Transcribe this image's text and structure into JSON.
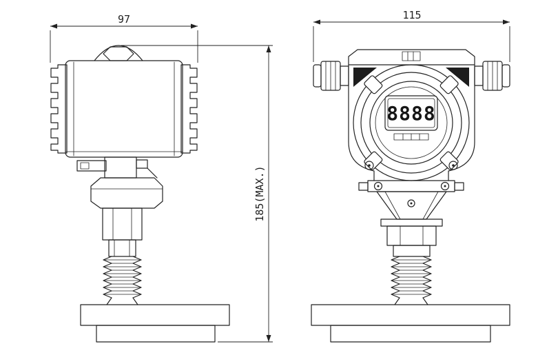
{
  "dimensions": {
    "side_width": "97",
    "front_width": "115",
    "overall_height": "185(MAX.)"
  },
  "display": {
    "value": "8888"
  },
  "colors": {
    "line": "#222222",
    "background": "#ffffff"
  }
}
